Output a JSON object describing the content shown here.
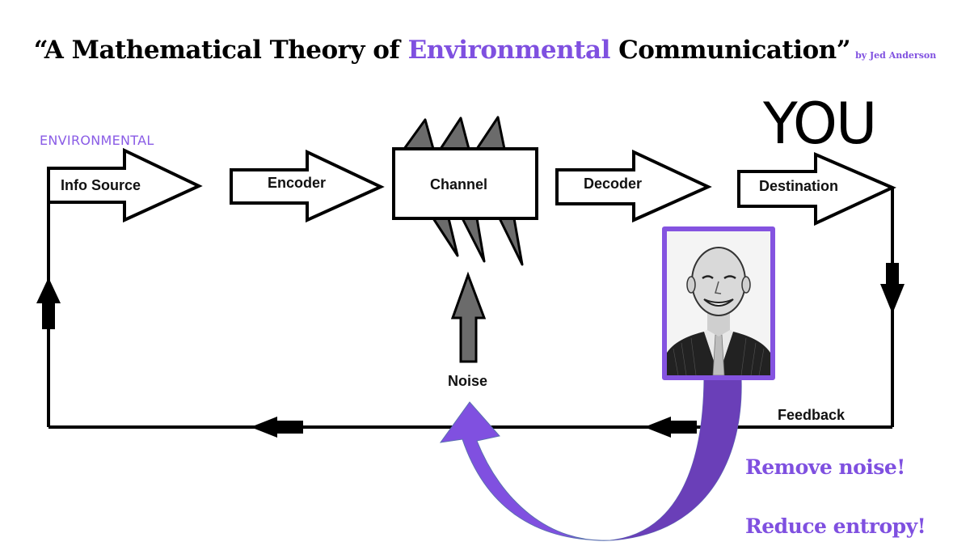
{
  "title": {
    "open_quote": "“",
    "prefix": "A Mathematical Theory of ",
    "accent": "Environmental",
    "suffix": " Communication",
    "close_quote": "”",
    "byline": "by Jed Anderson"
  },
  "labels": {
    "environmental": "ENVIRONMENTAL",
    "you": "YOU",
    "noise": "Noise",
    "feedback": "Feedback"
  },
  "stages": [
    {
      "id": "info-source",
      "label": "Info Source"
    },
    {
      "id": "encoder",
      "label": "Encoder"
    },
    {
      "id": "channel",
      "label": "Channel"
    },
    {
      "id": "decoder",
      "label": "Decoder"
    },
    {
      "id": "destination",
      "label": "Destination"
    }
  ],
  "callouts": {
    "remove_noise": "Remove noise!",
    "reduce_entropy": "Reduce entropy!"
  },
  "portrait": {
    "icon": "person-portrait-icon",
    "description": "Smiling man in suit and tie (black and white sketch)"
  },
  "colors": {
    "accent": "#7f50e0",
    "portrait_border": "#8453e0",
    "curved_arrow_light": "#8050e0",
    "curved_arrow_dark": "#6a3fb8",
    "noise_gray": "#6b6b6b",
    "line": "#000000"
  }
}
